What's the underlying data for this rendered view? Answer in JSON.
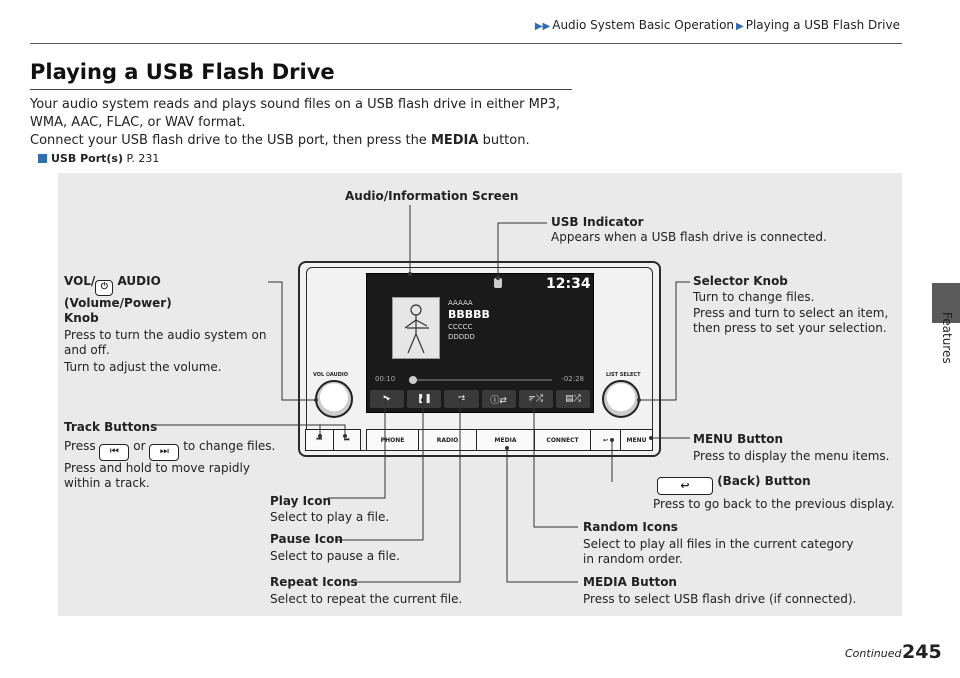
{
  "breadcrumb": {
    "parent": "Audio System Basic Operation",
    "current": "Playing a USB Flash Drive"
  },
  "side_tab": {
    "label": "Features"
  },
  "section": {
    "title": "Playing a USB Flash Drive",
    "intro_line1": "Your audio system reads and plays sound files on a USB flash drive in either MP3,",
    "intro_line2": "WMA, AAC, FLAC, or WAV format.",
    "intro_line3_pre": "Connect your USB flash drive to the USB port, then press the ",
    "intro_line3_bold": "MEDIA",
    "intro_line3_post": " button.",
    "xref_label": "USB Port(s)",
    "xref_page": "P. 231"
  },
  "figure": {
    "screen_label": "Audio/Information Screen",
    "usb_indicator": {
      "head": "USB Indicator",
      "desc": "Appears when a USB flash drive is connected."
    },
    "vol_knob": {
      "head1": "VOL/",
      "head2": " AUDIO (Volume/Power)",
      "head3": "Knob",
      "desc1": "Press to turn the audio system on",
      "desc2": "and off.",
      "desc3": "Turn to adjust the volume."
    },
    "selector_knob": {
      "head": "Selector Knob",
      "desc1": "Turn to change files.",
      "desc2": "Press and turn to select an item,",
      "desc3": "then press to set your selection."
    },
    "track_buttons": {
      "head": "Track Buttons",
      "desc1_pre": "Press",
      "desc1_or": "or",
      "desc1_post": "to change files.",
      "desc2": "Press and hold to move rapidly",
      "desc3": "within a track."
    },
    "menu_button": {
      "head": "MENU Button",
      "desc": "Press to display the menu items."
    },
    "back_button": {
      "head": "(Back) Button",
      "desc": "Press to go back to the previous display."
    },
    "play_icon": {
      "head": "Play Icon",
      "desc": "Select to play a file."
    },
    "pause_icon": {
      "head": "Pause Icon",
      "desc": "Select to pause a file."
    },
    "repeat_icons": {
      "head": "Repeat Icons",
      "desc": "Select to repeat the current file."
    },
    "random_icons": {
      "head": "Random Icons",
      "desc1": "Select to play all files in the current category",
      "desc2": "in random order."
    },
    "media_button": {
      "head": "MEDIA Button",
      "desc": "Press to select USB flash drive (if connected)."
    },
    "device": {
      "clock": "12:34",
      "track_lines": [
        "AAAAA",
        "BBBBB",
        "CCCCC",
        "DDDDD"
      ],
      "time_elapsed": "00:10",
      "time_remaining": "-02:28",
      "screen_buttons": [
        "▶",
        "❚❚",
        "⇄",
        "ⓘ⇄",
        "≡⤮",
        "▤⤮"
      ],
      "vol_caption": "VOL  ⏻AUDIO",
      "list_caption": "LIST  SELECT",
      "hard_buttons": [
        "⏮",
        "⏭",
        "PHONE",
        "RADIO",
        "MEDIA",
        "CONNECT",
        "↩",
        "MENU"
      ]
    }
  },
  "footer": {
    "continued": "Continued",
    "page_number": "245"
  },
  "colors": {
    "accent": "#2f6db5",
    "panel_bg": "#eaeaea",
    "side_tab": "#5b5b5b"
  }
}
